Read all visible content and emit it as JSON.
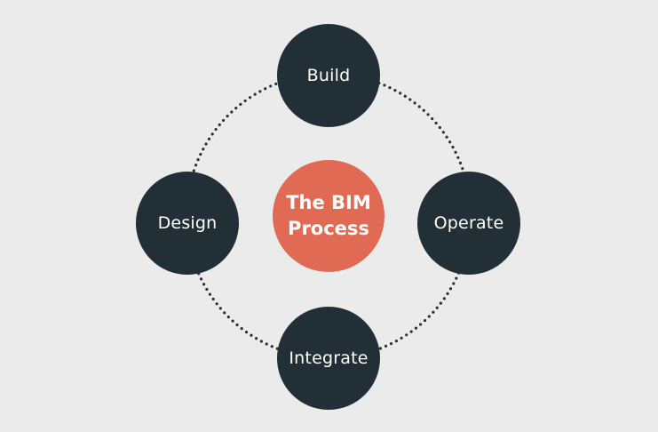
{
  "title": "The BIM Process",
  "center": {
    "line1": "The BIM",
    "line2": "Process",
    "color": "#e06a53"
  },
  "stages": [
    {
      "id": "build",
      "label": "Build",
      "position": "top"
    },
    {
      "id": "operate",
      "label": "Operate",
      "position": "right"
    },
    {
      "id": "integrate",
      "label": "Integrate",
      "position": "bottom"
    },
    {
      "id": "design",
      "label": "Design",
      "position": "left"
    }
  ],
  "colors": {
    "background": "#ebebeb",
    "stage_fill": "#232f36",
    "connector": "#2b2f33",
    "text": "#ffffff"
  }
}
